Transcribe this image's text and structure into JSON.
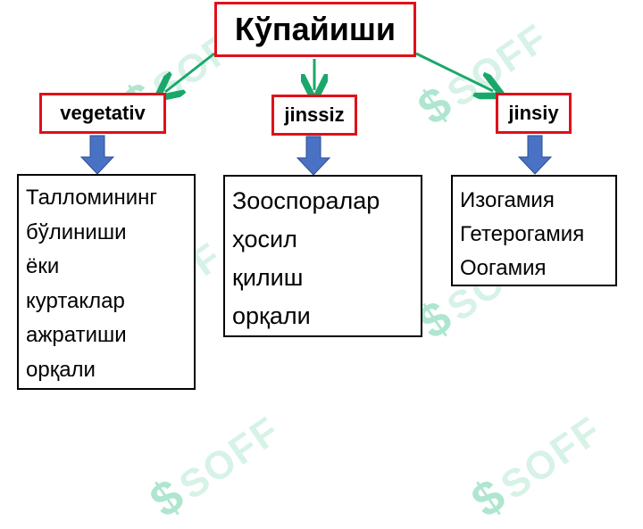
{
  "diagram": {
    "title": "Кўпайиши",
    "categories": [
      {
        "label": "vegetativ",
        "lines": [
          "Талломининг",
          "бўлиниши",
          "ёки",
          "куртаклар",
          "ажратиши",
          "орқали"
        ]
      },
      {
        "label": "jinssiz",
        "lines": [
          "Зооспоралар",
          "ҳосил",
          "қилиш",
          "орқали"
        ]
      },
      {
        "label": "jinsiy",
        "lines": [
          "Изогамия",
          "Гетерогамия",
          "Оогамия"
        ]
      }
    ],
    "watermark": "SOFF",
    "colors": {
      "box_border": "#e0101a",
      "arrow_green": "#1aa86a",
      "arrow_blue": "#4a72c4",
      "watermark": "#b8e8d4"
    }
  }
}
